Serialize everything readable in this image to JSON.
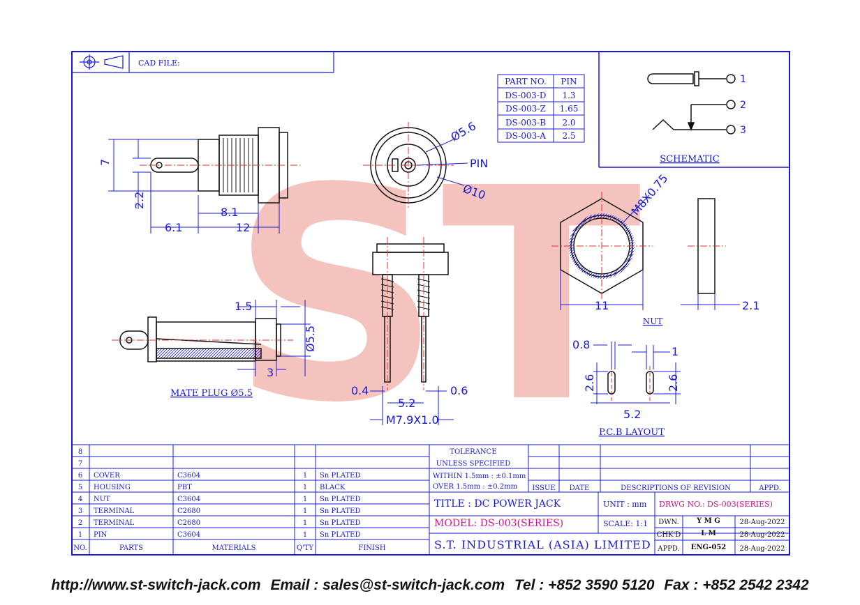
{
  "cad_file_label": "CAD FILE:",
  "pin_table": {
    "headers": [
      "PART NO.",
      "PIN"
    ],
    "rows": [
      [
        "DS-003-D",
        "1.3"
      ],
      [
        "DS-003-Z",
        "1.65"
      ],
      [
        "DS-003-B",
        "2.0"
      ],
      [
        "DS-003-A",
        "2.5"
      ]
    ]
  },
  "schematic": {
    "label": "SCHEMATIC",
    "pins": [
      "1",
      "2",
      "3"
    ]
  },
  "dimensions": {
    "side": [
      "7",
      "2.2",
      "8.1",
      "6.1",
      "12"
    ],
    "front": [
      "Ø5.6",
      "PIN",
      "Ø10"
    ],
    "bottom": [
      "0.4",
      "0.6",
      "5.2",
      "M7.9X1.0"
    ],
    "nut": [
      "M8X0.75",
      "11",
      "2.1"
    ],
    "plug": [
      "1.5",
      "Ø5.5",
      "3"
    ],
    "pcb": [
      "0.8",
      "1",
      "2.6",
      "2.6",
      "5.2"
    ]
  },
  "labels": {
    "nut": "NUT",
    "mate_plug": "MATE  PLUG  Ø5.5",
    "pcb_layout": "P.C.B  LAYOUT"
  },
  "watermark": "ST",
  "bom": {
    "rows": [
      {
        "no": "8",
        "part": "",
        "material": "",
        "qty": "",
        "finish": ""
      },
      {
        "no": "7",
        "part": "",
        "material": "",
        "qty": "",
        "finish": ""
      },
      {
        "no": "6",
        "part": "COVER",
        "material": "C3604",
        "qty": "1",
        "finish": "Sn  PLATED"
      },
      {
        "no": "5",
        "part": "HOUSING",
        "material": "PBT",
        "qty": "1",
        "finish": "BLACK"
      },
      {
        "no": "4",
        "part": "NUT",
        "material": "C3604",
        "qty": "1",
        "finish": "Sn  PLATED"
      },
      {
        "no": "3",
        "part": "TERMINAL",
        "material": "C2680",
        "qty": "1",
        "finish": "Sn  PLATED"
      },
      {
        "no": "2",
        "part": "TERMINAL",
        "material": "C2680",
        "qty": "1",
        "finish": "Sn  PLATED"
      },
      {
        "no": "1",
        "part": "PIN",
        "material": "C3604",
        "qty": "1",
        "finish": "Sn  PLATED"
      }
    ],
    "header": {
      "no": "NO.",
      "part": "PARTS",
      "material": "MATERIALS",
      "qty": "Q'TY",
      "finish": "FINISH"
    }
  },
  "tolerance": {
    "line1": "TOLERANCE",
    "line2": "UNLESS    SPECIFIED",
    "line3": "WITHIN  1.5mm : ±0.1mm",
    "line4": "OVER    1.5mm : ±0.2mm"
  },
  "revision_header": {
    "issue": "ISSUE",
    "date": "DATE",
    "desc": "DESCRIPTIONS  OF  REVISION",
    "appd": "APPD."
  },
  "title_block": {
    "title": "TITLE : DC POWER JACK",
    "unit_label": "UNIT :   mm",
    "drwg_no": "DRWG  NO.: DS-003(SERIES)",
    "model": "MODEL: DS-003(SERIES)",
    "scale": "SCALE:   1:1",
    "company": "S.T.  INDUSTRIAL  (ASIA)  LIMITED",
    "dwn_label": "DWN.",
    "dwn_value": "Y M G",
    "dwn_date": "28-Aug-2022",
    "chkd_label": "CHK'D",
    "chkd_value": "L M",
    "chkd_date": "28-Aug-2022",
    "appd_label": "APPD.",
    "appd_value": "ENG-052",
    "appd_date": "28-Aug-2022"
  },
  "footer": {
    "url": "http://www.st-switch-jack.com",
    "email": "Email : sales@st-switch-jack.com",
    "tel": "Tel : +852 3590 5120",
    "fax": "Fax : +852 2542 2342"
  },
  "colors": {
    "ink": "#1a1ad6",
    "magenta": "#d0148c",
    "red": "#e03030",
    "watermark": "#f3b9b2"
  }
}
